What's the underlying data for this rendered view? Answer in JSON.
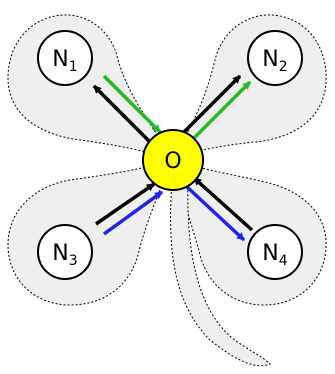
{
  "diagram": {
    "center": {
      "label": "O",
      "fill": "#ffff00"
    },
    "nodes": [
      {
        "id": "n1",
        "base": "N",
        "sub": "1"
      },
      {
        "id": "n2",
        "base": "N",
        "sub": "2"
      },
      {
        "id": "n3",
        "base": "N",
        "sub": "3"
      },
      {
        "id": "n4",
        "base": "N",
        "sub": "4"
      }
    ],
    "colors": {
      "leaf_fill": "#efefef",
      "leaf_stroke": "#000000",
      "node_fill": "#ffffff",
      "black_arrow": "#000000",
      "green_arrow": "#22bb22",
      "blue_arrow": "#2222ee"
    }
  }
}
